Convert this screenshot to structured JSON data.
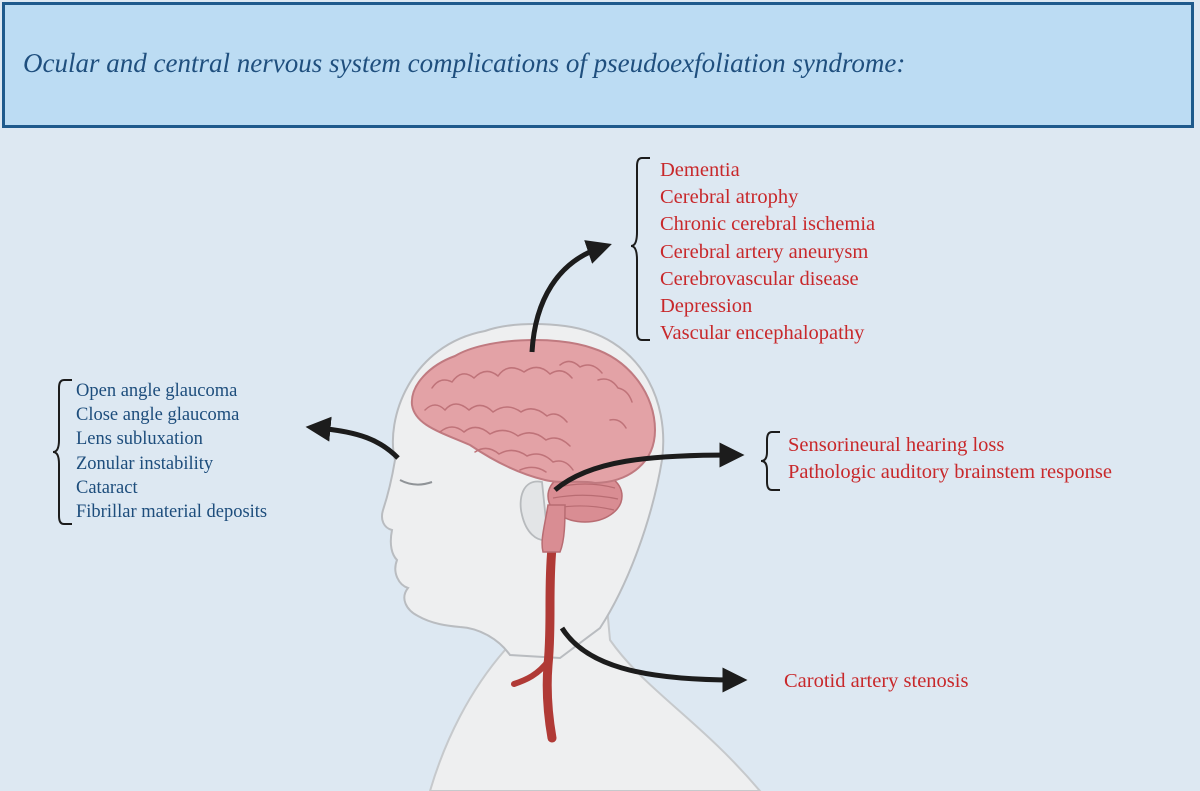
{
  "title": "Ocular and central nervous system complications of pseudoexfoliation syndrome:",
  "cns_complications": [
    "Dementia",
    "Cerebral atrophy",
    "Chronic cerebral ischemia",
    "Cerebral artery aneurysm",
    "Cerebrovascular disease",
    "Depression",
    "Vascular encephalopathy"
  ],
  "ocular_complications": [
    "Open angle glaucoma",
    "Close angle glaucoma",
    "Lens subluxation",
    "Zonular instability",
    "Cataract",
    "Fibrillar material deposits"
  ],
  "auditory_complications": [
    "Sensorineural hearing loss",
    "Pathologic auditory brainstem response"
  ],
  "vascular_complication": "Carotid artery stenosis",
  "colors": {
    "header_fill": "#bcdcf3",
    "header_border": "#1e5a8c",
    "title_text": "#1f4f7e",
    "red_text": "#c8282b",
    "blue_text": "#1d4d7c",
    "brain_pink": "#e3a2a6",
    "artery_red": "#b03a36",
    "arrow": "#1c1c1c"
  }
}
